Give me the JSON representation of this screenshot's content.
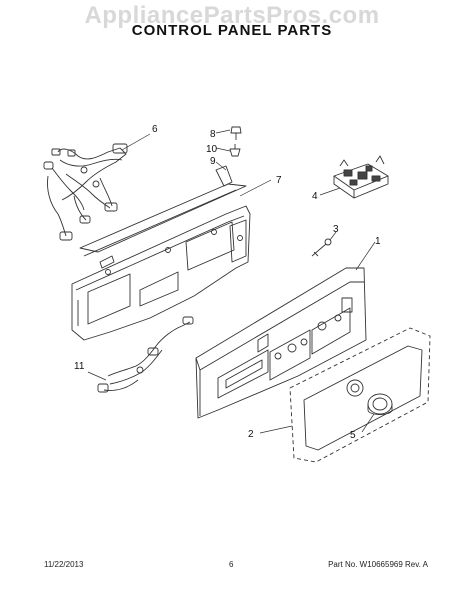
{
  "watermark": "AppliancePartsPros.com",
  "title": "CONTROL PANEL PARTS",
  "callouts": {
    "c1": "1",
    "c2": "2",
    "c3": "3",
    "c4": "4",
    "c5": "5",
    "c6": "6",
    "c7": "7",
    "c8": "8",
    "c9": "9",
    "c10": "10",
    "c11": "11"
  },
  "footer": {
    "date": "11/22/2013",
    "page": "6",
    "part_no": "Part No. W10665969  Rev. A"
  }
}
